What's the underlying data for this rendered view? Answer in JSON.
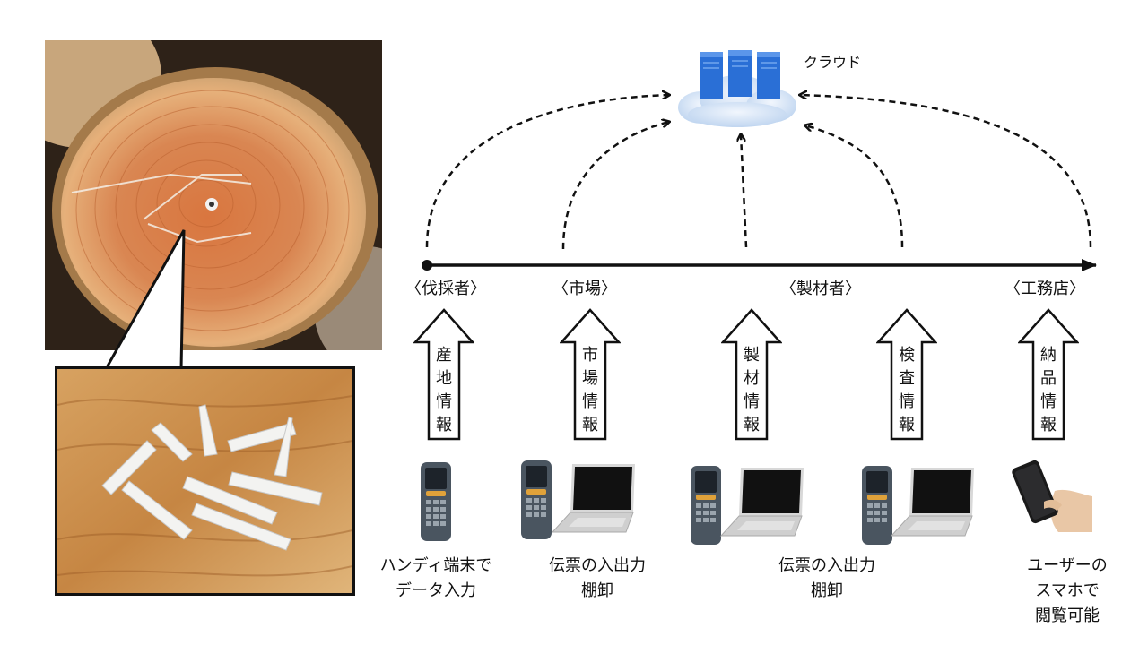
{
  "cloud": {
    "label": "クラウド"
  },
  "stages": [
    "〈伐採者〉",
    "〈市場〉",
    "〈製材者〉",
    "〈工務店〉"
  ],
  "info_arrows": [
    [
      "産",
      "地",
      "情",
      "報"
    ],
    [
      "市",
      "場",
      "情",
      "報"
    ],
    [
      "製",
      "材",
      "情",
      "報"
    ],
    [
      "検",
      "査",
      "情",
      "報"
    ],
    [
      "納",
      "品",
      "情",
      "報"
    ]
  ],
  "captions": [
    [
      "ハンディ端末で",
      "データ入力"
    ],
    [
      "伝票の入出力",
      "棚卸"
    ],
    [
      "伝票の入出力",
      "棚卸"
    ],
    [
      "ユーザーの",
      "スマホで",
      "閲覧可能"
    ]
  ],
  "colors": {
    "line": "#111111",
    "cloud": "#cfe0f4",
    "server": "#2a6fd6",
    "wood": "#d07a45"
  }
}
